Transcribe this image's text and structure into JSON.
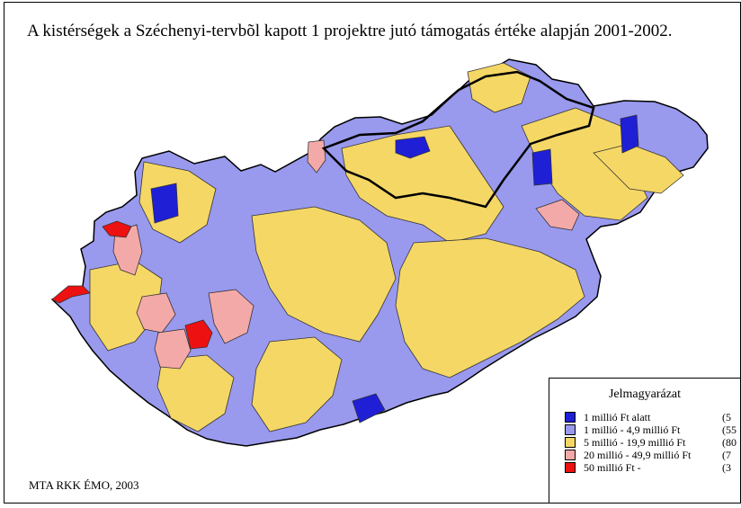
{
  "title": "A kistérségek a Széchenyi-tervbõl kapott 1 projektre jutó támogatás értéke alapján 2001-2002.",
  "source": "MTA RKK ÉMO, 2003",
  "legend": {
    "title": "Jelmagyarázat",
    "items": [
      {
        "label": "1 millió Ft alatt",
        "count": "(5",
        "color": "#1f1fd6"
      },
      {
        "label": "1 millió - 4,9 millió Ft",
        "count": "(55",
        "color": "#9999ee"
      },
      {
        "label": "5 millió - 19,9 millió Ft",
        "count": "(80",
        "color": "#f5d766"
      },
      {
        "label": "20 millió - 49,9 millió Ft",
        "count": "(7",
        "color": "#f4a9a9"
      },
      {
        "label": "50 millió Ft -",
        "count": "(3",
        "color": "#ee1111"
      }
    ]
  },
  "map_colors": {
    "outline": "#000000",
    "border_lines": "#333333"
  }
}
